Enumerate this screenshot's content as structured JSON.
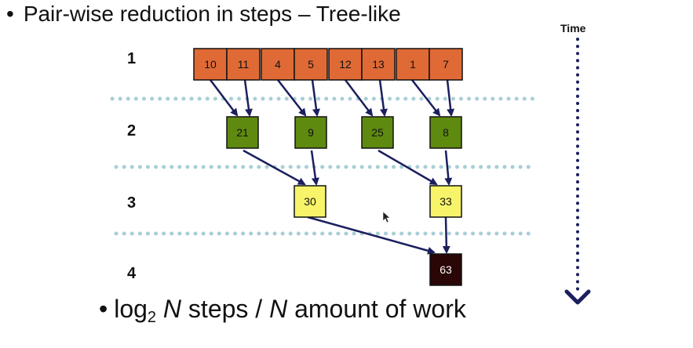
{
  "title": {
    "bullet": "•",
    "text": "Pair-wise reduction in steps – Tree-like"
  },
  "time_label": "Time",
  "steps": [
    "1",
    "2",
    "3",
    "4"
  ],
  "level1": [
    "10",
    "11",
    "4",
    "5",
    "12",
    "13",
    "1",
    "7"
  ],
  "level2": [
    "21",
    "9",
    "25",
    "8"
  ],
  "level3": [
    "30",
    "33"
  ],
  "level4": [
    "63"
  ],
  "footer": {
    "bullet": "•",
    "prefix": "log",
    "sub": "2",
    "n1": "N",
    "mid": " steps / ",
    "n2": "N",
    "suffix": " amount of work"
  },
  "colors": {
    "level1": "#e06a35",
    "level2": "#5f8a10",
    "level3": "#f7f46a",
    "level4": "#2a0606",
    "arrow": "#1b1f5e",
    "separator": "#a9cfd6",
    "time_axis": "#1b1f5e"
  }
}
